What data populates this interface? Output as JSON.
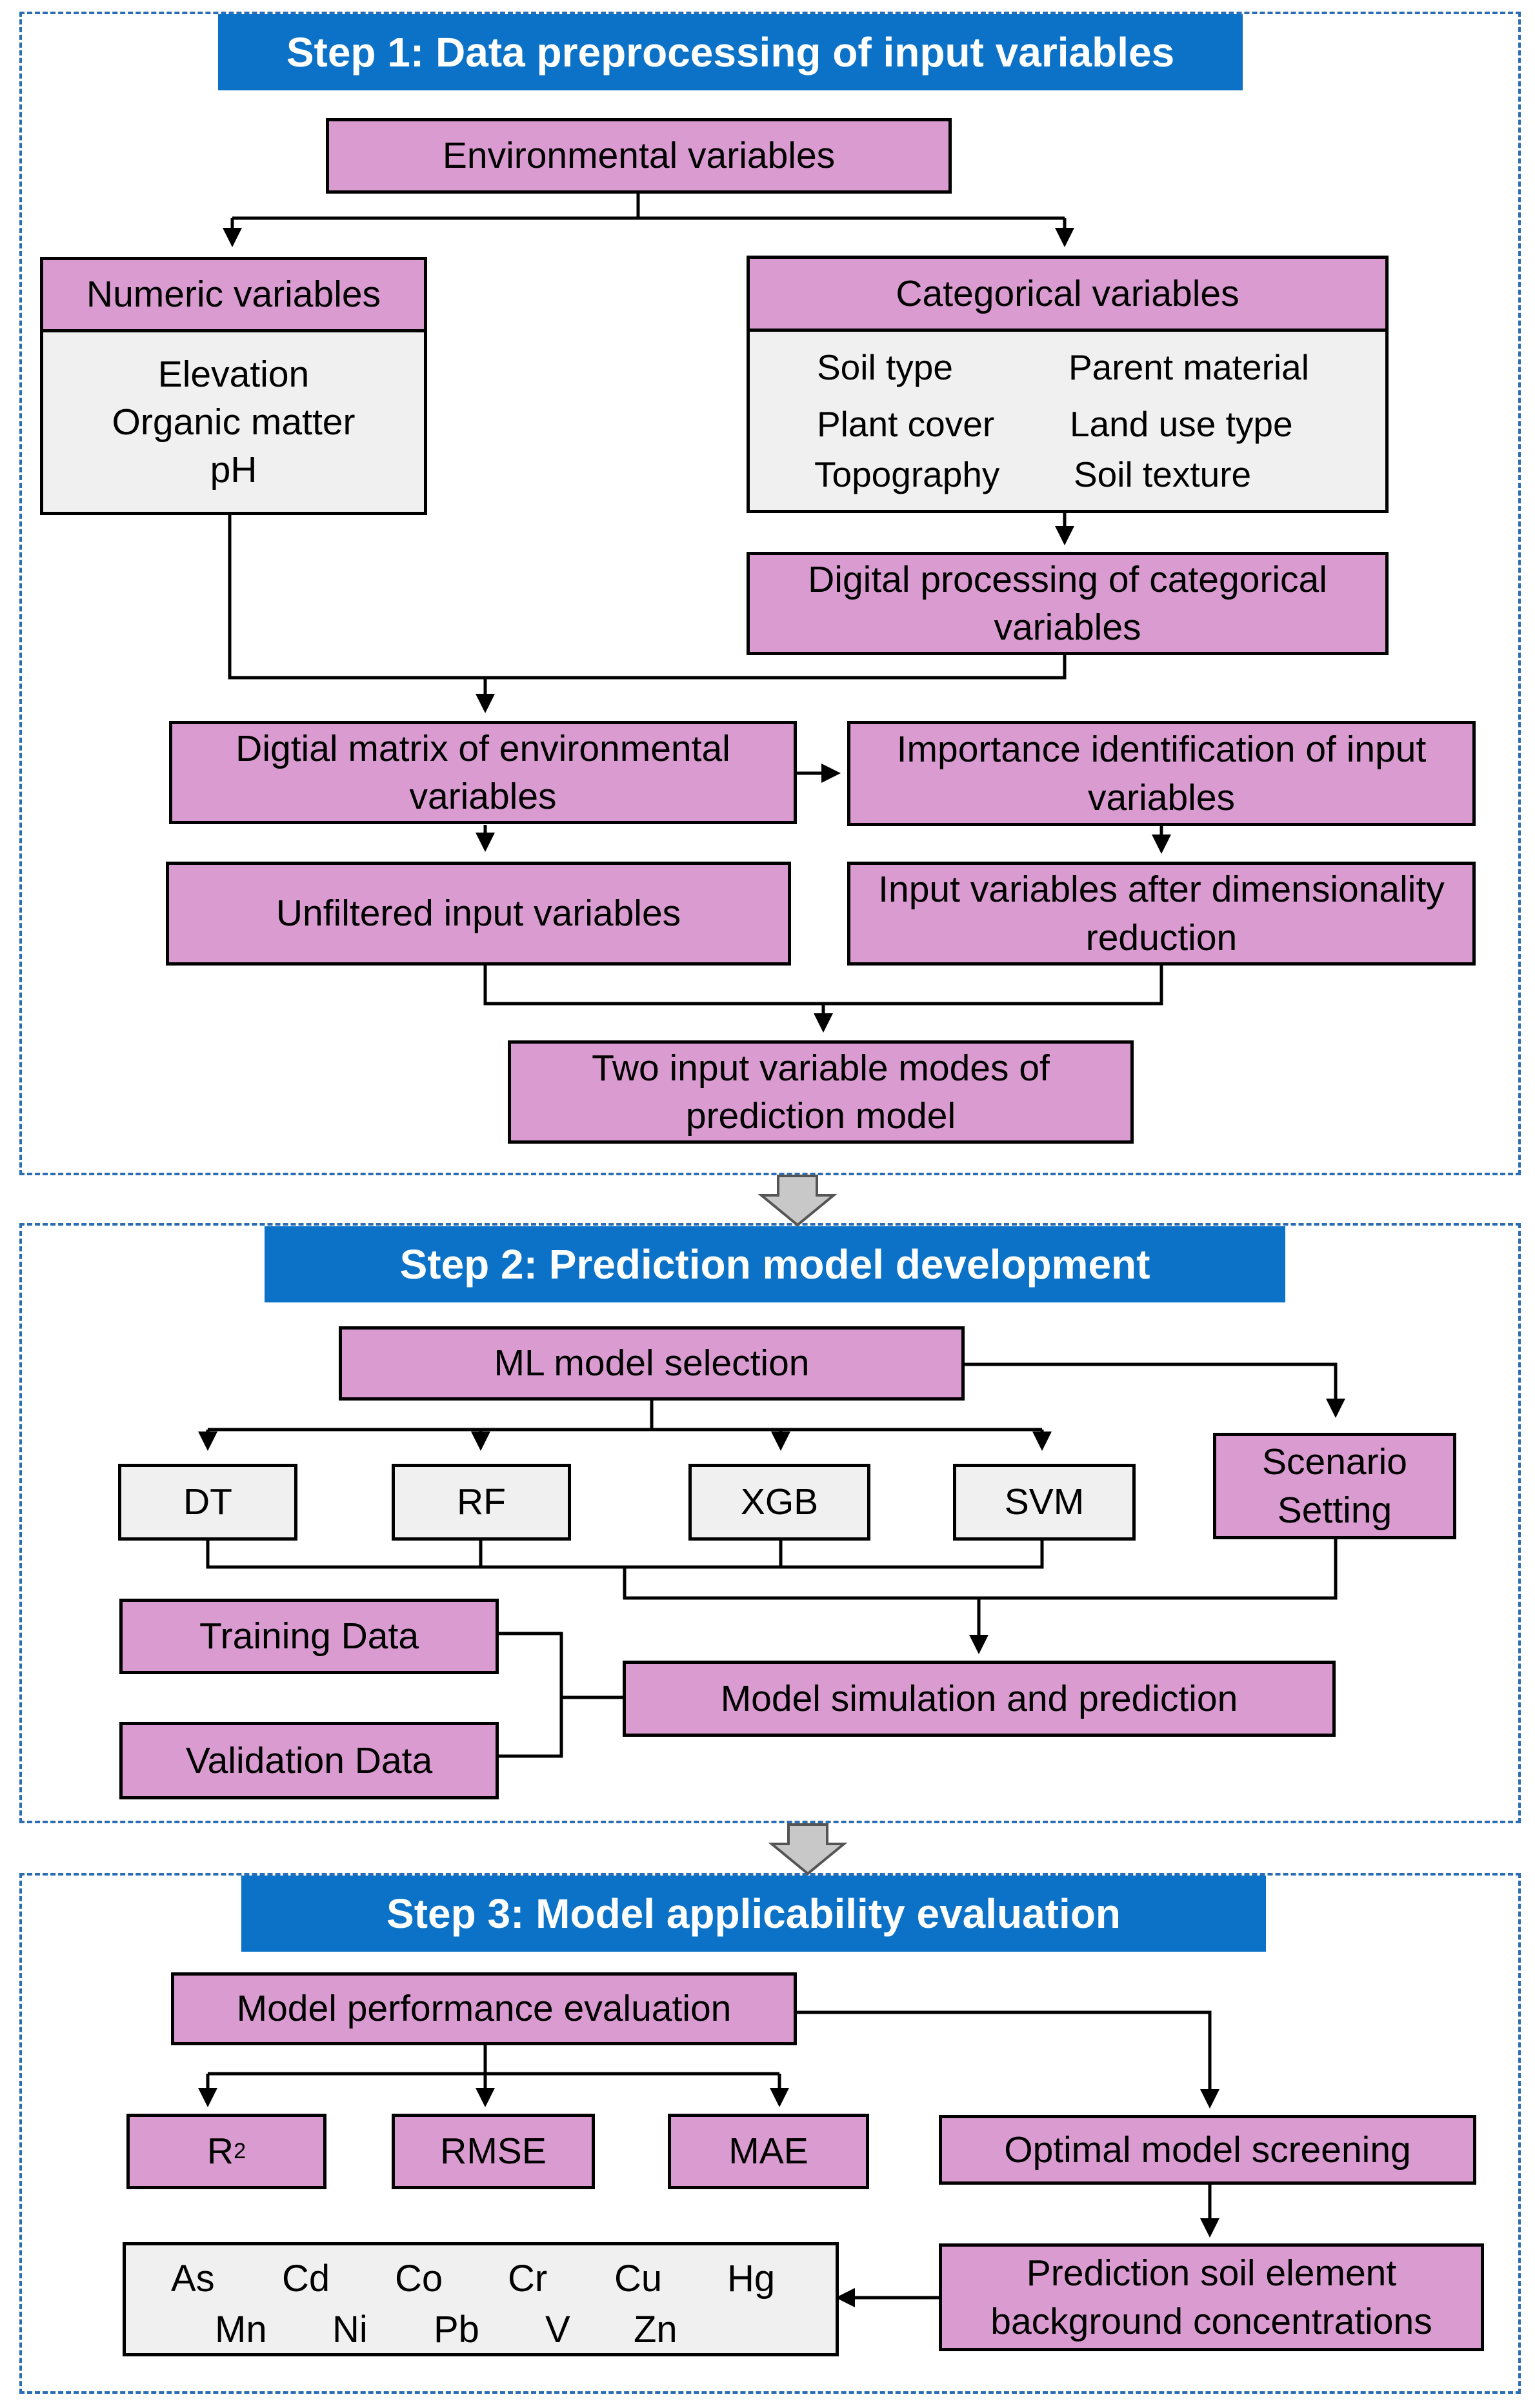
{
  "step1": {
    "title": "Step 1: Data preprocessing of input variables",
    "environmental": "Environmental variables",
    "numeric_title": "Numeric variables",
    "numeric_items": [
      "Elevation",
      "Organic matter",
      "pH"
    ],
    "categorical_title": "Categorical variables",
    "categorical_items": [
      "Soil type",
      "Parent material",
      "Plant cover",
      "Land use type",
      "Topography",
      "Soil texture"
    ],
    "digital_processing": "Digital processing of categorical variables",
    "digital_matrix": "Digtial matrix of environmental variables",
    "importance": "Importance identification of input variables",
    "unfiltered": "Unfiltered input variables",
    "after_reduction": "Input variables after dimensionality reduction",
    "two_modes": "Two input variable modes of prediction model"
  },
  "step2": {
    "title": "Step 2: Prediction model development",
    "ml_selection": "ML model selection",
    "models": [
      "DT",
      "RF",
      "XGB",
      "SVM"
    ],
    "scenario": "Scenario Setting",
    "training": "Training Data",
    "validation": "Validation Data",
    "simulation": "Model simulation and prediction"
  },
  "step3": {
    "title": "Step 3: Model applicability evaluation",
    "performance": "Model performance evaluation",
    "r2_base": "R",
    "r2_sup": "2",
    "rmse": "RMSE",
    "mae": "MAE",
    "optimal": "Optimal model screening",
    "prediction": "Prediction soil element background concentrations",
    "elements_row1": [
      "As",
      "Cd",
      "Co",
      "Cr",
      "Cu",
      "Hg"
    ],
    "elements_row2": [
      "Mn",
      "Ni",
      "Pb",
      "V",
      "Zn"
    ]
  },
  "colors": {
    "box_fill": "#d99bd0",
    "plain_fill": "#f0f0f0",
    "banner": "#0b72c7",
    "panel_border": "#2a6db5"
  }
}
